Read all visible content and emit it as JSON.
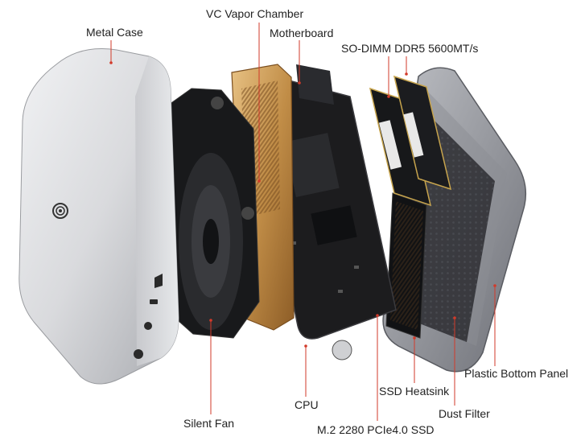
{
  "labels": {
    "metal_case": "Metal Case",
    "vc_vapor_chamber": "VC Vapor Chamber",
    "motherboard": "Motherboard",
    "so_dimm": "SO-DIMM DDR5 5600MT/s",
    "plastic_bottom_panel": "Plastic Bottom Panel",
    "ssd_heatsink": "SSD Heatsink",
    "dust_filter": "Dust Filter",
    "cpu": "CPU",
    "silent_fan": "Silent Fan",
    "m2_ssd": "M.2 2280 PCIe4.0 SSD"
  },
  "colors": {
    "leader_line": "#d23a2a",
    "leader_dot": "#d23a2a",
    "label_text": "#222222",
    "case_silver": "#dcdde0",
    "vapor_chamber_copper": "#c9964f",
    "board_black": "#1c1c1e",
    "bottom_panel_gray": "#7f8188"
  },
  "icons": {
    "case_logo": "spiral-logo-icon"
  }
}
